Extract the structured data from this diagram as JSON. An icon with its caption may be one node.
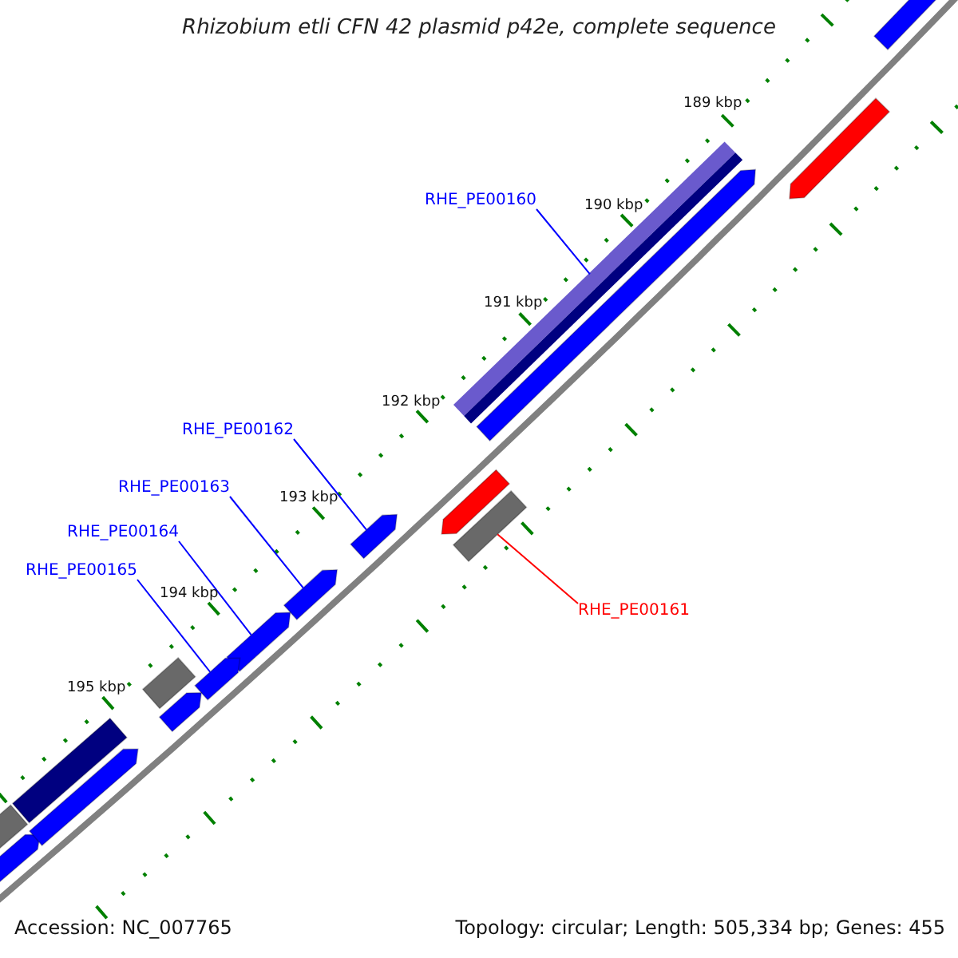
{
  "diagram": {
    "title": "Rhizobium etli CFN 42 plasmid p42e, complete sequence",
    "nodes": [
      {
        "text": [
          "RHE_PE00160"
        ]
      },
      {
        "text": [],
        "shape": "bar"
      },
      {
        "text": [
          "RHE_PE00162"
        ]
      },
      {
        "text": [],
        "shape": "arrow"
      },
      {
        "text": [
          "RHE_PE00163"
        ]
      },
      {
        "text": [],
        "shape": "arrow"
      },
      {
        "text": [
          "RHE_PE00164"
        ]
      },
      {
        "text": [],
        "shape": "arrow"
      },
      {
        "text": [
          "RHE_PE00165"
        ]
      },
      {
        "text": [],
        "shape": "arrow"
      },
      {
        "text": [
          "RHE_PE00161"
        ]
      },
      {
        "text": [],
        "shape": "bar"
      },
      {
        "text": [],
        "shape": "arrow"
      },
      {
        "text": [],
        "shape": "bar"
      },
      {
        "text": [],
        "shape": "bar"
      },
      {
        "text": [],
        "shape": "arrow"
      },
      {
        "text": [],
        "shape": "bar"
      },
      {
        "text": [],
        "shape": "arrow"
      },
      {
        "text": [],
        "shape": "arrow"
      },
      {
        "text": [],
        "shape": "arrow"
      },
      {
        "text": [],
        "shape": "arrow"
      },
      {
        "text": [],
        "shape": "arrow"
      }
    ],
    "edges": [
      {
        "from": 0,
        "to": 1,
        "arrow": "none"
      },
      {
        "from": 2,
        "to": 3,
        "arrow": "none"
      },
      {
        "from": 4,
        "to": 5,
        "arrow": "none"
      },
      {
        "from": 6,
        "to": 7,
        "arrow": "none"
      },
      {
        "from": 8,
        "to": 9,
        "arrow": "none"
      },
      {
        "from": 10,
        "to": 11,
        "arrow": "none",
        "color": "#ff0000"
      }
    ],
    "labels": [
      "189 kbp",
      "190 kbp",
      "191 kbp",
      "192 kbp",
      "193 kbp",
      "194 kbp",
      "195 kbp",
      "Accession: NC_007765",
      "Topology: circular; Length: 505,334 bp; Genes: 455"
    ]
  }
}
